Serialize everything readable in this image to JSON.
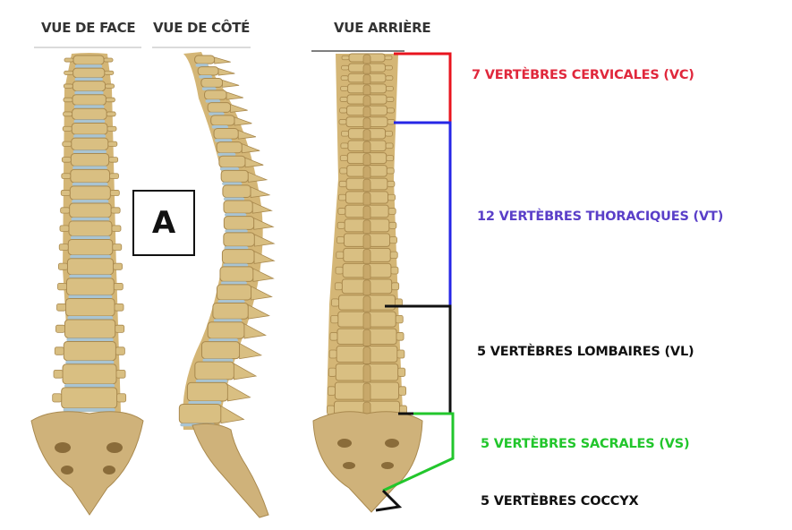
{
  "views": {
    "front": "VUE DE FACE",
    "side": "VUE DE CÔTÉ",
    "back": "VUE ARRIÈRE"
  },
  "box_label": "A",
  "regions": [
    {
      "label": "7 VERTÈBRES CERVICALES (VC)",
      "color": "#e0283c"
    },
    {
      "label": "12 VERTÈBRES THORACIQUES (VT)",
      "color": "#5a3fc8"
    },
    {
      "label": "5 VERTÈBRES LOMBAIRES (VL)",
      "color": "#111111"
    },
    {
      "label": "5 VERTÈBRES SACRALES (VS)",
      "color": "#22c62c"
    },
    {
      "label": "5 VERTÈBRES COCCYX",
      "color": "#111111"
    }
  ],
  "colors": {
    "bone": "#d9bf82",
    "bone_dark": "#a9894e",
    "disc": "#a9c4d2",
    "cervical_bracket": "#e8141e",
    "thoracic_bracket": "#2626e6",
    "lumbar_bracket": "#111111",
    "sacral_bracket": "#22c62c"
  }
}
